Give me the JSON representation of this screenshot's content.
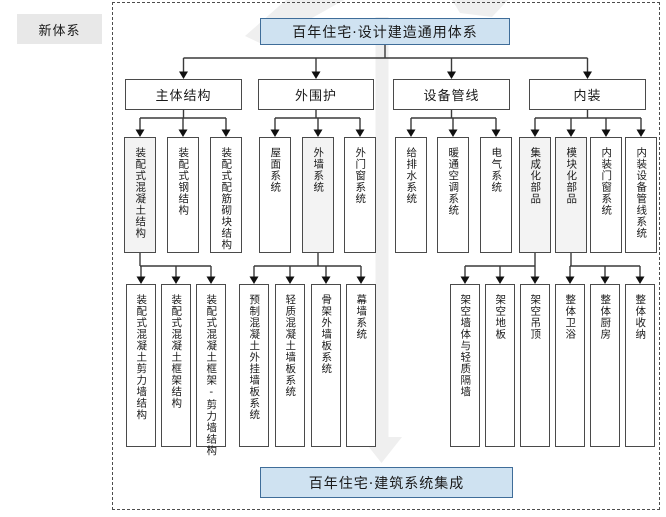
{
  "page": {
    "outer_label": "新体系"
  },
  "diagram": {
    "title": "百年住宅·设计建造通用体系",
    "footer": "百年住宅·建筑系统集成",
    "branches": [
      {
        "label": "主体结构",
        "children": [
          {
            "label": "装配式混凝土结构",
            "shaded": true,
            "children": [
              "装配式混凝土剪力墙结构",
              "装配式混凝土框架结构",
              "装配式混凝土框架-剪力墙结构"
            ]
          },
          {
            "label": "装配式钢结构",
            "shaded": false,
            "children": []
          },
          {
            "label": "装配式配筋砌块结构",
            "shaded": false,
            "children": []
          }
        ]
      },
      {
        "label": "外围护",
        "children": [
          {
            "label": "屋面系统",
            "shaded": false,
            "children": []
          },
          {
            "label": "外墙系统",
            "shaded": true,
            "children": [
              "预制混凝土外挂墙板系统",
              "轻质混凝土墙板系统",
              "骨架外墙板系统",
              "幕墙系统"
            ]
          },
          {
            "label": "外门窗系统",
            "shaded": false,
            "children": []
          }
        ]
      },
      {
        "label": "设备管线",
        "children": [
          {
            "label": "给排水系统",
            "shaded": false,
            "children": []
          },
          {
            "label": "暖通空调系统",
            "shaded": false,
            "children": []
          },
          {
            "label": "电气系统",
            "shaded": false,
            "children": []
          }
        ]
      },
      {
        "label": "内装",
        "children": [
          {
            "label": "集成化部品",
            "shaded": true,
            "children": [
              "架空墙体与轻质隔墙",
              "架空地板",
              "架空吊顶"
            ]
          },
          {
            "label": "模块化部品",
            "shaded": true,
            "children": [
              "整体卫浴",
              "整体厨房",
              "整体收纳"
            ]
          },
          {
            "label": "内装门窗系统",
            "shaded": false,
            "children": []
          },
          {
            "label": "内装设备管线系统",
            "shaded": false,
            "children": []
          }
        ]
      }
    ]
  },
  "colors": {
    "node_blue": "#cfe2f1",
    "node_blue_border": "#3f6d99",
    "shaded_fill": "#f3f3f3",
    "label_bg": "#e8e8e8",
    "wire": "#3a3a3a",
    "watermark": "#efefef"
  }
}
